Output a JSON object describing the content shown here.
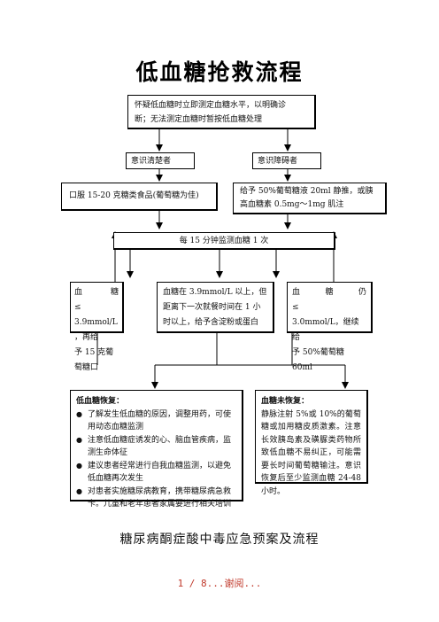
{
  "title": "低血糖抢救流程",
  "step1": {
    "line1": "怀疑低血糖时立即测定血糖水平，以明确诊",
    "line2": "断；无法测定血糖时暂按低血糖处理"
  },
  "branch_conscious": "意识清楚者",
  "branch_unconscious": "意识障碍者",
  "treat_conscious": "口服 15-20 克糖类食品(葡萄糖为佳)",
  "treat_unconscious": {
    "line1": "给予 50%葡萄糖液 20ml 静推，或胰",
    "line2": "高血糖素 0.5mg～1mg 肌注"
  },
  "monitor": "每 15 分钟监测血糖 1 次",
  "result_low": {
    "line1": "血　　糖　　≤",
    "line2": "3.9mmol/L ，再给",
    "line3": "予 15 克葡萄糖口"
  },
  "result_normal": {
    "line1": "血糖在 3.9mmol/L 以上，但",
    "line2": "距离下一次就餐时间在 1 小",
    "line3": "时以上，给予含淀粉或蛋白"
  },
  "result_still_low": {
    "line1": "血　　糖　　仍　　≤",
    "line2": "3.0mmol/L，继续给",
    "line3": "予 50%葡萄糖 60ml"
  },
  "recovered": {
    "heading": "低血糖恢复：",
    "items": [
      "了解发生低血糖的原因，调整用药，可使用动态血糖监测",
      "注意低血糖症诱发的心、脑血管疾病，监测生命体征",
      "建议患者经常进行自我血糖监测，以避免低血糖再次发生",
      "对患者实施糖尿病教育，携带糖尿病急救卡。儿童和老年患者家属要进行相关培训"
    ]
  },
  "not_recovered": {
    "heading": "血糖未恢复：",
    "text": "静脉注射 5%或 10%的葡萄糖或加用糖皮质激素。注意长效胰岛素及磺脲类药物所致低血糖不易纠正，可能需要长时间葡萄糖输注。意识恢复后至少监测血糖 24-48 小时。"
  },
  "subtitle": "糖尿病酮症酸中毒应急预案及流程",
  "footer": "1 / 8...谢阅..."
}
